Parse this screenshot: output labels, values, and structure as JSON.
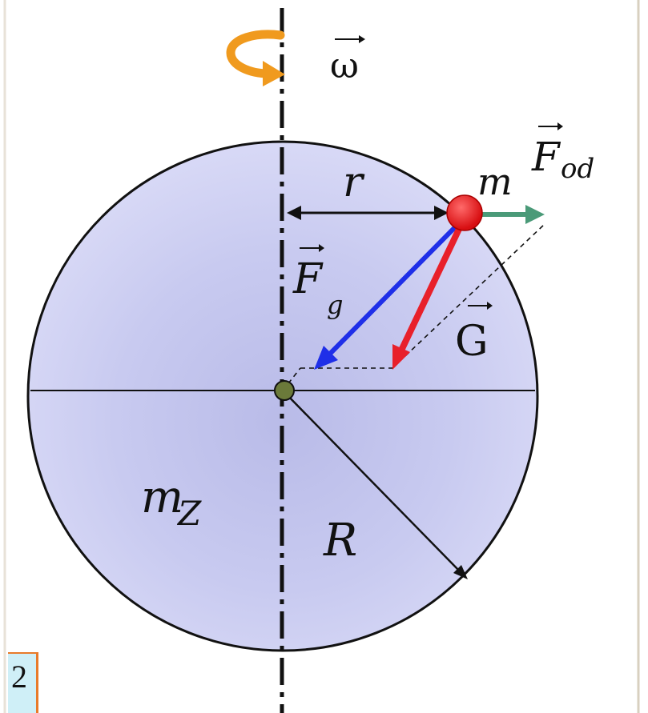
{
  "diagram": {
    "omega_label": "ω",
    "r_label": "r",
    "m_label": "m",
    "F_od_main": "F",
    "F_od_sub": "od",
    "F_g_main": "F",
    "F_g_sub": "g",
    "G_label": "G",
    "m_z_main": "m",
    "m_z_sub": "Z",
    "R_label": "R"
  },
  "page_number": "2",
  "colors": {
    "sphere_fill": "#c7c9f0",
    "gravity_force": "#1f2fe8",
    "weight_force": "#e8202a",
    "centrifugal_force": "#4a9a78",
    "rotation_arrow": "#f09a1e",
    "mass_point": "#e81e1e",
    "page_box": "#cfeff7",
    "page_box_border": "#e87a2a"
  }
}
